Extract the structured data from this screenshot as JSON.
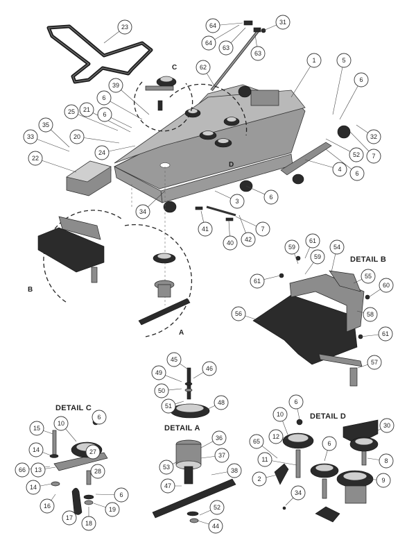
{
  "detail_titles": {
    "b": "DETAIL B",
    "c": "DETAIL C",
    "a": "DETAIL A",
    "d": "DETAIL D"
  },
  "view_letters": {
    "a": "A",
    "b": "B",
    "c": "C",
    "d": "D"
  },
  "callouts": [
    {
      "n": "23"
    },
    {
      "n": "31"
    },
    {
      "n": "64"
    },
    {
      "n": "63"
    },
    {
      "n": "64"
    },
    {
      "n": "63"
    },
    {
      "n": "62"
    },
    {
      "n": "1"
    },
    {
      "n": "5"
    },
    {
      "n": "6"
    },
    {
      "n": "39"
    },
    {
      "n": "6"
    },
    {
      "n": "21"
    },
    {
      "n": "25"
    },
    {
      "n": "6"
    },
    {
      "n": "35"
    },
    {
      "n": "33"
    },
    {
      "n": "20"
    },
    {
      "n": "24"
    },
    {
      "n": "32"
    },
    {
      "n": "7"
    },
    {
      "n": "52"
    },
    {
      "n": "6"
    },
    {
      "n": "4"
    },
    {
      "n": "22"
    },
    {
      "n": "3"
    },
    {
      "n": "6"
    },
    {
      "n": "34"
    },
    {
      "n": "41"
    },
    {
      "n": "7"
    },
    {
      "n": "40"
    },
    {
      "n": "42"
    },
    {
      "n": "59"
    },
    {
      "n": "61"
    },
    {
      "n": "54"
    },
    {
      "n": "59"
    },
    {
      "n": "61"
    },
    {
      "n": "55"
    },
    {
      "n": "60"
    },
    {
      "n": "58"
    },
    {
      "n": "56"
    },
    {
      "n": "61"
    },
    {
      "n": "57"
    },
    {
      "n": "45"
    },
    {
      "n": "49"
    },
    {
      "n": "46"
    },
    {
      "n": "50"
    },
    {
      "n": "51"
    },
    {
      "n": "48"
    },
    {
      "n": "6"
    },
    {
      "n": "15"
    },
    {
      "n": "10"
    },
    {
      "n": "14"
    },
    {
      "n": "27"
    },
    {
      "n": "66"
    },
    {
      "n": "13"
    },
    {
      "n": "28"
    },
    {
      "n": "14"
    },
    {
      "n": "16"
    },
    {
      "n": "17"
    },
    {
      "n": "6"
    },
    {
      "n": "19"
    },
    {
      "n": "18"
    },
    {
      "n": "36"
    },
    {
      "n": "37"
    },
    {
      "n": "53"
    },
    {
      "n": "38"
    },
    {
      "n": "47"
    },
    {
      "n": "52"
    },
    {
      "n": "44"
    },
    {
      "n": "6"
    },
    {
      "n": "10"
    },
    {
      "n": "30"
    },
    {
      "n": "12"
    },
    {
      "n": "65"
    },
    {
      "n": "6"
    },
    {
      "n": "11"
    },
    {
      "n": "8"
    },
    {
      "n": "2"
    },
    {
      "n": "9"
    },
    {
      "n": "34"
    }
  ]
}
